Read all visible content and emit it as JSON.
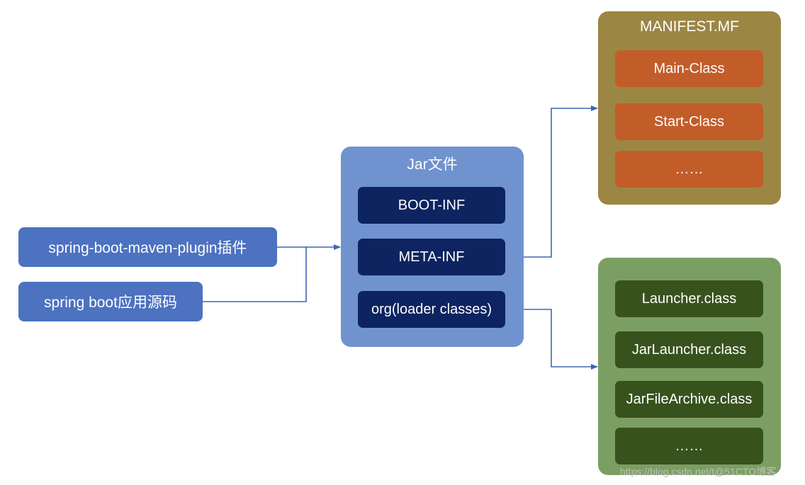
{
  "sources": [
    {
      "label": "spring-boot-maven-plugin插件"
    },
    {
      "label": "spring boot应用源码"
    }
  ],
  "jar": {
    "title": "Jar文件",
    "items": [
      "BOOT-INF",
      "META-INF",
      "org(loader classes)"
    ]
  },
  "manifest": {
    "title": "MANIFEST.MF",
    "items": [
      "Main-Class",
      "Start-Class",
      "……"
    ]
  },
  "loader": {
    "items": [
      "Launcher.class",
      "JarLauncher.class",
      "JarFileArchive.class",
      "……"
    ]
  },
  "colors": {
    "source_box": "#4c72c0",
    "jar_container": "#7092cf",
    "jar_item": "#0d2460",
    "manifest_container": "#9c8643",
    "manifest_item": "#c25d2a",
    "loader_container": "#7b9f62",
    "loader_item": "#38521e",
    "connector": "#3d66b3"
  },
  "watermark": "https://blog.csdn.net/t@51CTO博客"
}
